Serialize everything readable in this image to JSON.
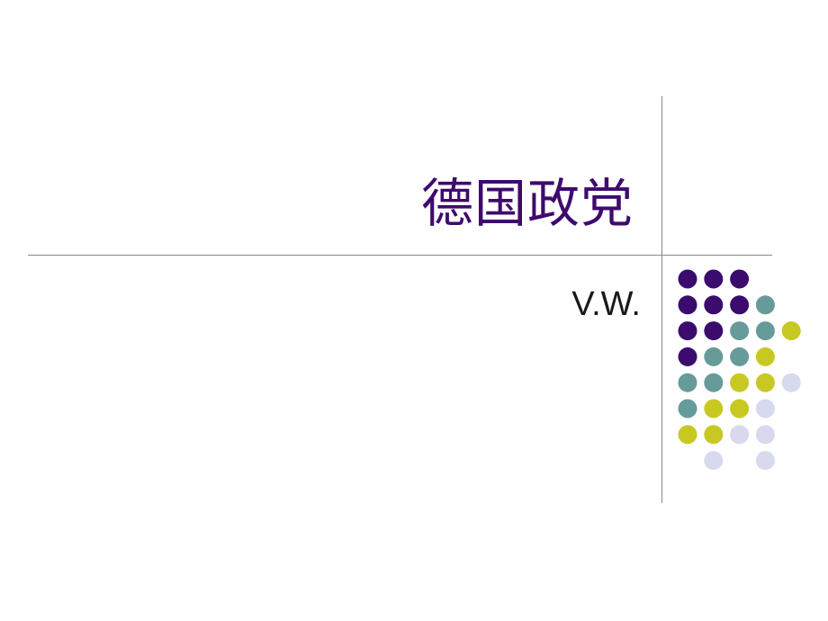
{
  "slide": {
    "title": "德国政党",
    "subtitle": "V.W."
  },
  "colors": {
    "title": "#3f0a6e",
    "subtitle": "#1a1a1a",
    "rule": "#8a8a8a",
    "dark_purple": "#3b0b6e",
    "teal": "#679b9a",
    "olive": "#c8c823",
    "lavender": "#d8d8ee"
  },
  "decoration": {
    "dot_rows": [
      [
        "dark_purple",
        "dark_purple",
        "dark_purple",
        null,
        null
      ],
      [
        "dark_purple",
        "dark_purple",
        "dark_purple",
        "teal",
        null
      ],
      [
        "dark_purple",
        "dark_purple",
        "teal",
        "teal",
        "olive"
      ],
      [
        "dark_purple",
        "teal",
        "teal",
        "olive",
        null
      ],
      [
        "teal",
        "teal",
        "olive",
        "olive",
        "lavender"
      ],
      [
        "teal",
        "olive",
        "olive",
        "lavender",
        null
      ],
      [
        "olive",
        "olive",
        "lavender",
        "lavender",
        null
      ],
      [
        null,
        "lavender",
        null,
        "lavender",
        null
      ]
    ]
  }
}
